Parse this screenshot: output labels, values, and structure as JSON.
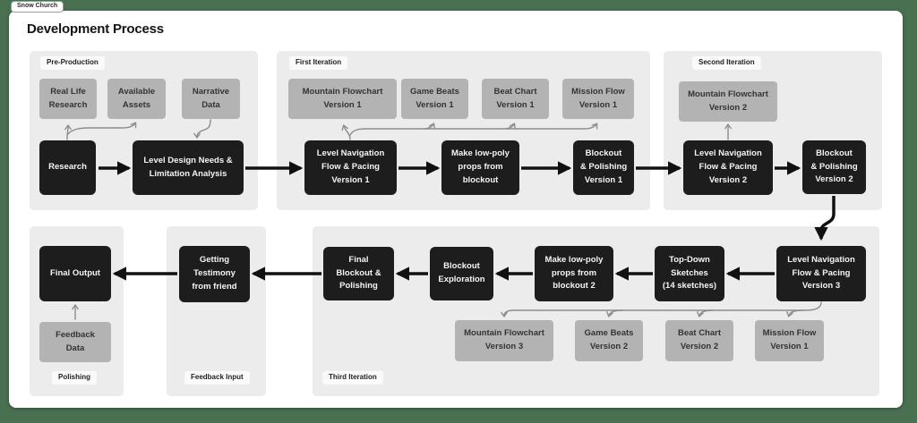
{
  "tab": {
    "label": "Snow Church"
  },
  "header": {
    "title": "Development Process"
  },
  "colors": {
    "canvas_background": "#4a7052",
    "card": "#ffffff",
    "panel": "#ececec",
    "node_dark": "#1d1d1d",
    "node_dark_text": "#f5f5f5",
    "node_gray": "#b3b3b3",
    "node_gray_text": "#333333",
    "flow_arrow": "#111111",
    "connector": "#8c8c8c"
  },
  "panels": {
    "pre_production": {
      "label": "Pre-Production"
    },
    "first_iteration": {
      "label": "First Iteration"
    },
    "second_iteration": {
      "label": "Second Iteration"
    },
    "third_iteration": {
      "label": "Third Iteration"
    },
    "polishing": {
      "label": "Polishing"
    },
    "feedback_input": {
      "label": "Feedback Input"
    }
  },
  "nodes": {
    "real_life_research": {
      "label": "Real Life\nResearch",
      "type": "artifact"
    },
    "available_assets": {
      "label": "Available\nAssets",
      "type": "artifact"
    },
    "narrative_data": {
      "label": "Narrative\nData",
      "type": "artifact"
    },
    "research": {
      "label": "Research",
      "type": "step"
    },
    "level_design_analysis": {
      "label": "Level Design Needs &\nLimitation Analysis",
      "type": "step"
    },
    "mountain_flowchart_v1": {
      "label": "Mountain Flowchart\nVersion 1",
      "type": "artifact"
    },
    "game_beats_v1": {
      "label": "Game Beats\nVersion 1",
      "type": "artifact"
    },
    "beat_chart_v1": {
      "label": "Beat Chart\nVersion 1",
      "type": "artifact"
    },
    "mission_flow_v1": {
      "label": "Mission Flow\nVersion 1",
      "type": "artifact"
    },
    "level_navigation_v1": {
      "label": "Level Navigation\nFlow & Pacing\nVersion 1",
      "type": "step"
    },
    "make_low_poly_props": {
      "label": "Make low-poly\nprops from\nblockout",
      "type": "step"
    },
    "blockout_polishing_v1": {
      "label": "Blockout\n& Polishing\nVersion 1",
      "type": "step"
    },
    "mountain_flowchart_v2": {
      "label": "Mountain Flowchart\nVersion 2",
      "type": "artifact"
    },
    "level_navigation_v2": {
      "label": "Level Navigation\nFlow & Pacing\nVersion 2",
      "type": "step"
    },
    "blockout_polishing_v2": {
      "label": "Blockout\n& Polishing\nVersion 2",
      "type": "step"
    },
    "final_output": {
      "label": "Final Output",
      "type": "step"
    },
    "feedback_data": {
      "label": "Feedback\nData",
      "type": "artifact"
    },
    "getting_testimony": {
      "label": "Getting\nTestimony\nfrom friend",
      "type": "step"
    },
    "final_blockout_polishing": {
      "label": "Final\nBlockout &\nPolishing",
      "type": "step"
    },
    "blockout_exploration": {
      "label": "Blockout\nExploration",
      "type": "step"
    },
    "make_low_poly_props_2": {
      "label": "Make low-poly\nprops from\nblockout 2",
      "type": "step"
    },
    "top_down_sketches": {
      "label": "Top-Down\nSketches\n(14 sketches)",
      "type": "step"
    },
    "level_navigation_v3": {
      "label": "Level Navigation\nFlow & Pacing\nVersion 3",
      "type": "step"
    },
    "mountain_flowchart_v3": {
      "label": "Mountain Flowchart\nVersion 3",
      "type": "artifact"
    },
    "game_beats_v2": {
      "label": "Game Beats\nVersion 2",
      "type": "artifact"
    },
    "beat_chart_v2": {
      "label": "Beat Chart\nVersion 2",
      "type": "artifact"
    },
    "mission_flow_v1_third": {
      "label": "Mission Flow\nVersion 1",
      "type": "artifact"
    }
  }
}
